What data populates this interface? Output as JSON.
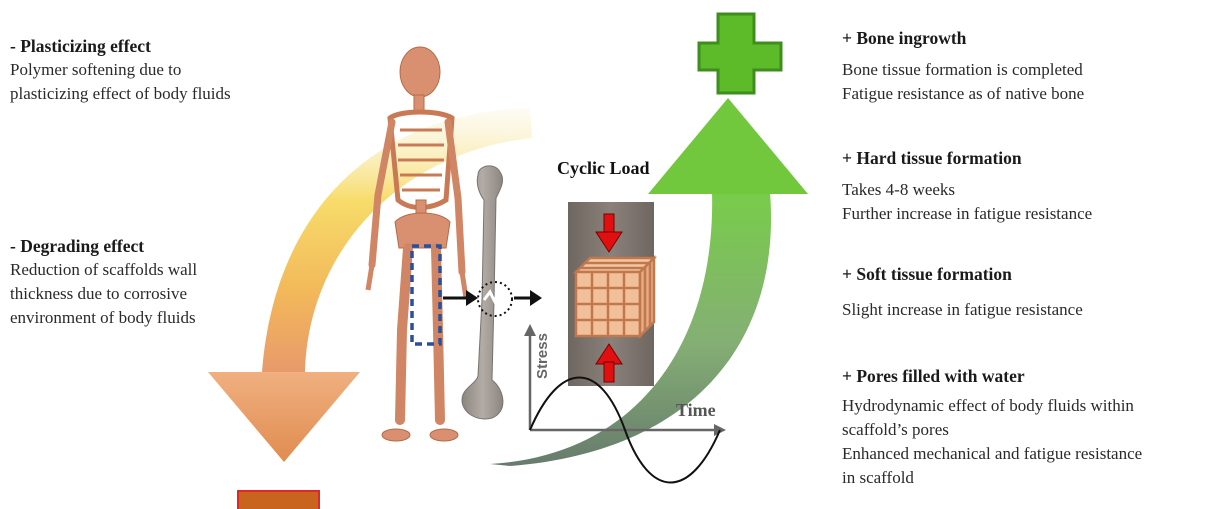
{
  "left": {
    "plasticizing": {
      "title": "- Plasticizing effect",
      "lines": [
        "Polymer softening due to",
        "plasticizing effect of body fluids"
      ]
    },
    "degrading": {
      "title": "- Degrading effect",
      "lines": [
        "Reduction of scaffolds wall",
        "thickness due to corrosive",
        "environment of body fluids"
      ]
    }
  },
  "center": {
    "cyclic_load": "Cyclic Load",
    "stress_label": "Stress",
    "time_label": "Time"
  },
  "right": {
    "bone_ingrowth": {
      "title": "+ Bone ingrowth",
      "lines": [
        "Bone tissue formation is completed",
        "Fatigue resistance as of native bone"
      ]
    },
    "hard_tissue": {
      "title": "+ Hard tissue formation",
      "lines": [
        "Takes 4-8 weeks",
        "Further increase in fatigue resistance"
      ]
    },
    "soft_tissue": {
      "title": "+ Soft tissue formation",
      "lines": [
        "Slight increase in fatigue resistance"
      ]
    },
    "pores": {
      "title": "+ Pores filled with water",
      "lines": [
        "Hydrodynamic effect of body fluids within",
        "scaffold’s pores",
        "Enhanced mechanical and fatigue resistance",
        "in scaffold"
      ]
    }
  },
  "colors": {
    "minus_sign": "#c8641e",
    "plus_sign": "#5dbb2a",
    "bone": "#d89070",
    "femur": "#a09890",
    "load_arrow": "#e01010"
  }
}
